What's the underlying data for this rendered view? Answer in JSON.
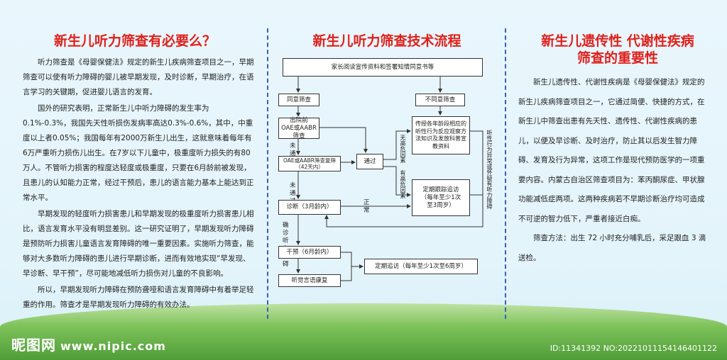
{
  "left": {
    "title": "新生儿听力筛查有必要么？",
    "paragraphs": [
      "听力筛查是《母婴保健法》规定的新生儿疾病筛查项目之一，早期筛查可以使有听力障碍的婴儿被早期发现，及时诊断，早期治疗，在语言学习的关键期，促进婴儿语言的发育。",
      "国外的研究表明，正常新生儿中听力障碍的发生率为0.1%-0.3%，我国先天性听损伤发病率高达0.3%-0.6%，其中，中重度以上者0.05%；我国每年有2000万新生儿出生，这就意味着每年有6万严重听力损伤儿出生。在7岁以下儿童中，极重度听力损失的有80万人。不管听力损害的程度达轻度或极重度，只要在6月龄前被发现，且患儿的认知能力正常，经过干预后，患儿的语言能力基本上能达到正常水平。",
      "早期发现的轻度听力损害患儿和早期发现的极重度听力损害患儿相比，语言发育水平没有明显差别。这一研究证明了，早期发现听力障碍是预防听力损害儿童语言发育障碍的唯一重要因素。实施听力筛查，能够对大多数听力障碍的患儿进行早期诊断，进而有效地实现“早发现、早诊断、早干预”，尽可能地减低听力损伤对儿童的不良影响。",
      "所以，早期发现听力障碍在预防聋哑和语言发育障碍中有着举足轻重的作用。筛查才是早期发现听力障碍的有效办法。"
    ]
  },
  "middle": {
    "title": "新生儿听力筛查技术流程",
    "flow": {
      "top": "家长阅读宣传资料和签署知情同意书等",
      "agree": "同意筛查",
      "disagree": "不同意筛查",
      "predischarge": "出院前\nOAE或AABR筛查",
      "not_pass_1": "未通过",
      "rescreen": "OAE或AABR筛查复筛\n（42天内）",
      "pass": "通过",
      "no_risk": "无高危因素",
      "has_risk": "有高危因素",
      "teach": "传授各年龄段相应的听性行为反应观察方法知识及发放科普宣教资料",
      "followup_regular": "定期跟踪追访\n（每年至少1次\n至3周岁）",
      "abnormal_side": "听性行为异常或怀疑有听力障碍",
      "not_pass_2": "未通过",
      "diagnose": "诊断（3月龄内）",
      "normal": "正常",
      "confirm": "确诊\n听力障碍",
      "intervene": "干预（6月龄内）",
      "followup_6y": "定期追访（每年至少1次至6周岁）",
      "rehab": "听觉言语康复"
    }
  },
  "right": {
    "title_line1": "新生儿遗传性  代谢性疾病",
    "title_line2": "筛查的重要性",
    "paragraphs": [
      "新生儿遗传性、代谢性疾病是《母婴保健法》规定的新生儿疾病筛查项目之一，它通过简便、快捷的方式，在新生儿中筛查出患有先天性、遗传性、代谢性疾病的患儿，以便及早诊断、及时治疗，防止其以后发生智力障碍、发育及行为异常，这项工作是现代预防医学的一项重要内容。内蒙古自治区筛查项目为：苯丙酮尿症、甲状腺功能减低症两项。这两种疾病若不早期诊断治疗均可造成不可逆的智力低下，严重者接近白痴。",
      "筛查方法：出生 72 小时充分哺乳后，采足跟血 3 滴送检。"
    ]
  },
  "watermark": {
    "site": "昵图网",
    "url": "www.nipic.com",
    "id": "ID:11341392 NO:20221011154146401122"
  }
}
